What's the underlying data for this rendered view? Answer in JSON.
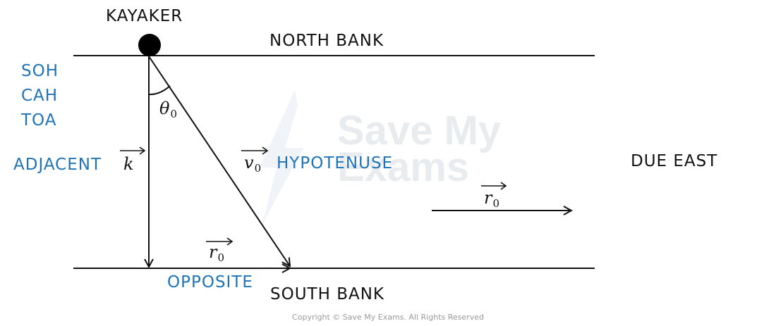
{
  "labels": {
    "kayaker": "KAYAKER",
    "north_bank": "NORTH BANK",
    "south_bank": "SOUTH BANK",
    "due_east": "DUE EAST",
    "hypotenuse": "HYPOTENUSE",
    "adjacent": "ADJACENT",
    "opposite": "OPPOSITE"
  },
  "mnemonic": [
    "SOH",
    "CAH",
    "TOA"
  ],
  "vectors": {
    "k": "k",
    "v": "v",
    "v_sub": "0",
    "r": "r",
    "r_sub": "0",
    "theta": "θ",
    "theta_sub": "0"
  },
  "watermark": [
    "Save My",
    "Exams"
  ],
  "copyright": "Copyright © Save My Exams. All Rights Reserved",
  "colors": {
    "ink": "#111111",
    "accent": "#1f74b8",
    "watermark": "#e9ecef"
  }
}
